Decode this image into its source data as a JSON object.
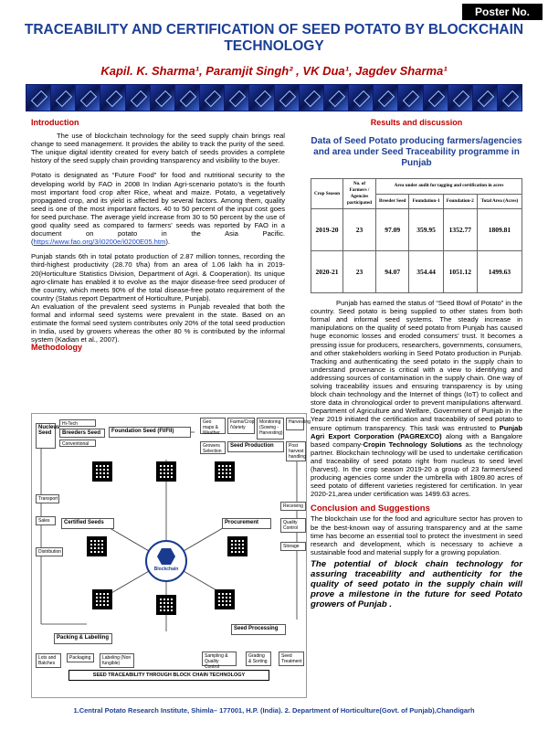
{
  "poster_no": "Poster No.",
  "title": "TRACEABILITY AND CERTIFICATION OF SEED POTATO BY BLOCKCHAIN TECHNOLOGY",
  "authors": "Kapil. K. Sharma¹, Paramjit Singh² , VK Dua¹, Jagdev Sharma¹",
  "introduction": {
    "heading": "Introduction",
    "p1": "The use of blockchain technology for the seed supply chain brings real change to seed management. It provides the ability to track the purity of the seed. The unique digital identity created for every batch of seeds provides a complete history of the seed supply chain providing transparency and visibility to the buyer.",
    "p2": "Potato is designated as “Future Food” for food and nutritional security to the developing world by FAO in 2008 In Indian Agri-scenario potato’s is the fourth most important food crop after Rice, wheat and maize. Potato, a vegetatively propagated crop, and its yield is affected by several factors. Among them, quality seed is one of the most important factors. 40 to 50 percent of the input cost goes for seed purchase. The average yield increase from 30 to 50 percent by the use of good quality seed as compared to farmers’ seeds was reported by FAO in a document on potato in the Asia Pacific. (",
    "p2_link": "https://www.fao.org/3/i0200e/i0200E05.htm",
    "p2_end": ").",
    "p3": "Punjab stands 6th in total potato production of 2.87 million tonnes, recording the third-highest productivity (28.70 t/ha) from an area of 1.06 lakh ha in 2019-20(Horticulture Statistics Division, Department of Agri. & Cooperation). Its unique agro-climate has enabled it to evolve as the major disease-free seed producer of the country, which meets 90% of the total disease-free potato requirement of the country (Status report Department of Horticulture, Punjab).",
    "p4": "An evaluation of the prevalent seed systems in Punjab revealed that both the formal and informal seed systems were prevalent in the state. Based on an estimate the formal seed system contributes only 20% of the total seed production in India, used by growers whereas the other 80 % is contributed by the informal system (Kadian et al., 2007)."
  },
  "methodology": {
    "heading": "Methodology",
    "nucleus_seed": "Nucleus Seed",
    "hi_tech": "Hi-Tech",
    "breeders_seed": "Breeders Seed",
    "conventional": "Conventional",
    "foundation_seed": "Foundation Seed (FI/FII)",
    "geo_maps": "Geo maps & Weather",
    "farms_crop": "Farms/Crop /Variety",
    "monitoring": "Monitoring (Sowing - Harvesting)",
    "harvesting": "Harvesting",
    "growers_selection": "Growers Selection",
    "seed_production": "Seed Production",
    "post_harvest": "Post harvest handling",
    "transport": "Transport",
    "receiving": "Receiving",
    "sales": "Sales",
    "certified_seeds": "Certified Seeds",
    "blockchain": "Blockchain",
    "procurement": "Procurement",
    "quality_control": "Quality Control",
    "distribution": "Distribution",
    "storage": "Storage",
    "seed_processing": "Seed Processing",
    "packing_labelling": "Packing & Labelling",
    "lots_batches": "Lots and Batches",
    "packaging": "Packaging",
    "labeling": "Labeling (Non fungible)",
    "sampling": "Sampling & Quality Control",
    "grading": "Grading & Sorting",
    "seed_treatment": "Seed Treatment",
    "caption": "SEED TRACEABILITY THROUGH BLOCK CHAIN TECHNOLOGY"
  },
  "results": {
    "heading": "Results and discussion",
    "table_title": "Data of Seed Potato producing farmers/agencies and area under Seed Traceability programme in Punjab",
    "col_season": "Crop Season",
    "col_farmers": "No. of Farmers / Agencies participated",
    "col_group": "Area under audit for tagging and certification in acres",
    "col_breeder": "Breeder Seed",
    "col_f1": "Foundation-1",
    "col_f2": "Foundation-2",
    "col_total": "Total Area (Acres)",
    "rows": [
      {
        "season": "2019-20",
        "farmers": "23",
        "breeder": "97.09",
        "f1": "359.95",
        "f2": "1352.77",
        "total": "1809.81"
      },
      {
        "season": "2020-21",
        "farmers": "23",
        "breeder": "94.07",
        "f1": "354.44",
        "f2": "1051.12",
        "total": "1499.63"
      }
    ],
    "body_start": "Punjab has earned the status of “Seed Bowl of Potato” in the country. Seed potato is being supplied to other states from both formal and informal seed systems. The steady increase in manipulations on the quality of seed potato from Punjab has caused huge economic losses and eroded consumers’ trust. It becomes a pressing issue for producers, researchers, governments, consumers, and other stakeholders working in Seed Potato production in Punjab. Tracking and authenticating the seed potato in the supply chain to understand provenance is critical with a view to identifying and addressing sources of contamination in the supply chain. One way of solving traceability issues and ensuring transparency is by using block chain technology and the Internet of things (IoT) to collect and store data in chronological order to prevent manipulations afterward. Department of Agriculture and Welfare, Government of Punjab in the Year 2019 initiated the certification and traceability of seed potato to ensure optimum transparency. This task was entrusted to ",
    "pagrexco": "Punjab Agri Export Corporation (PAGREXCO)",
    "body_mid": " along with a Bangalore based company-",
    "cropin": "Cropin Technology Solutions",
    "body_end": " as the technology partner. Blockchain technology will be used to undertake certification and traceability of seed potato right from nucleus to seed level (harvest). In the crop season 2019-20 a group of 23 farmers/seed producing agencies come under the umbrella with 1809.80 acres of seed potato of different varieties registered for certification. In year 2020-21,area under certification was 1499.63 acres."
  },
  "conclusion": {
    "heading": "Conclusion and Suggestions",
    "text": "The blockchain use for the food and agriculture sector has proven to be the best-known way of assuring transparency and at the same time has become an essential tool to protect the investment in seed research and development, which is necessary to achieve a sustainable food and material supply for a growing population.",
    "emphasis": "The potential of block chain technology for assuring traceability and authenticity for the quality of seed potato in the supply chain will prove a milestone in the future for seed Potato growers of Punjab ."
  },
  "footer": "1.Central Potato Research Institute, Shimla– 177001, H.P. (India). 2. Department of Horticulture(Govt. of Punjab),Chandigarh"
}
